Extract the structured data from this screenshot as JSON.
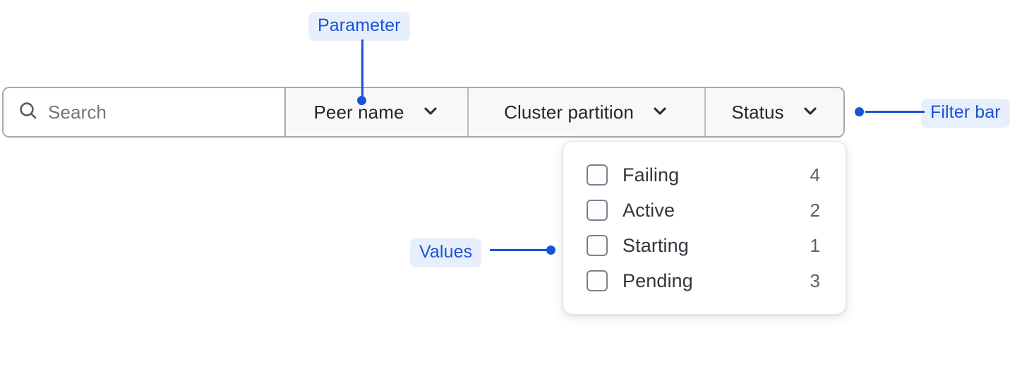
{
  "annotations": [
    {
      "id": "parameter",
      "label": "Parameter"
    },
    {
      "id": "values",
      "label": "Values"
    },
    {
      "id": "filter_bar",
      "label": "Filter bar"
    }
  ],
  "annotation_color": "#1a53d8",
  "annotation_bg": "#e8effc",
  "filter_bar": {
    "search": {
      "icon": "search-icon",
      "placeholder": "Search",
      "value": ""
    },
    "filters": [
      {
        "id": "peer-name",
        "label": "Peer name",
        "icon": "chevron-down-icon",
        "expanded": false
      },
      {
        "id": "cluster-partition",
        "label": "Cluster partition",
        "icon": "chevron-down-icon",
        "expanded": false
      },
      {
        "id": "status",
        "label": "Status",
        "icon": "chevron-down-icon",
        "expanded": true
      }
    ]
  },
  "status_dropdown": {
    "options": [
      {
        "label": "Failing",
        "count": "4",
        "checked": false
      },
      {
        "label": "Active",
        "count": "2",
        "checked": false
      },
      {
        "label": "Starting",
        "count": "1",
        "checked": false
      },
      {
        "label": "Pending",
        "count": "3",
        "checked": false
      }
    ]
  }
}
